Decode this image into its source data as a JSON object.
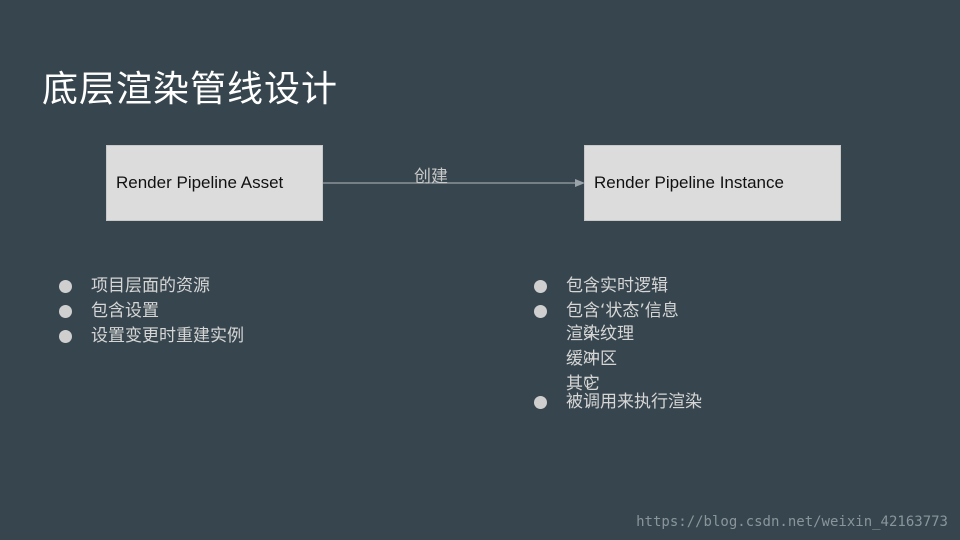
{
  "title": "底层渲染管线设计",
  "diagram": {
    "asset_box": "Render Pipeline Asset",
    "instance_box": "Render Pipeline Instance",
    "arrow_label": "创建"
  },
  "left_bullets": [
    "项目层面的资源",
    "包含设置",
    "设置变更时重建实例"
  ],
  "right_bullets": {
    "item1": "包含实时逻辑",
    "item2": "包含‘状态’信息",
    "sub_items": [
      "渲染纹理",
      "缓冲区",
      "其它"
    ],
    "item3": "被调用来执行渲染"
  },
  "watermark": "https://blog.csdn.net/weixin_42163773",
  "colors": {
    "background": "#37464e",
    "box_fill": "#dcdcdc",
    "arrow": "#9aa3a8"
  }
}
